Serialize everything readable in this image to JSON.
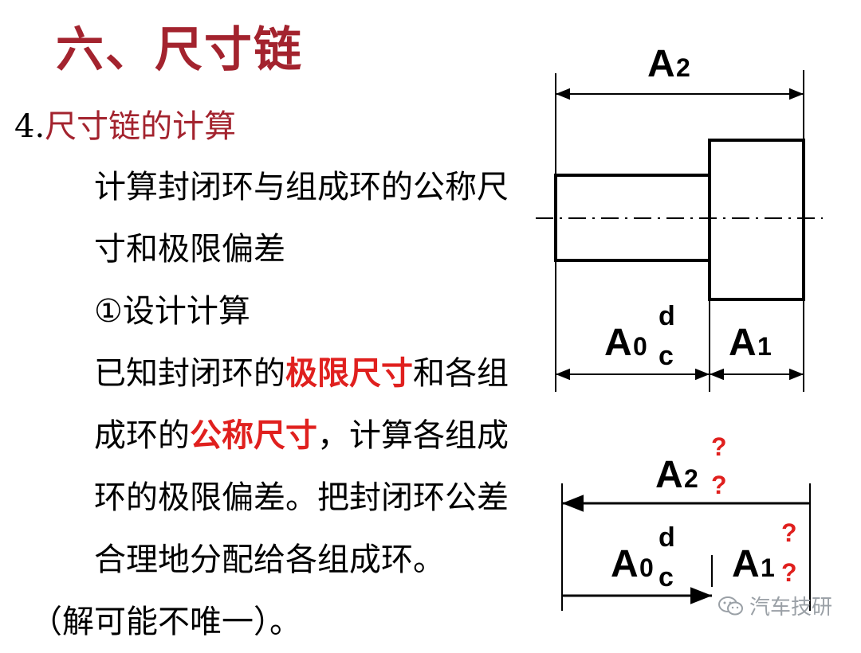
{
  "title": "六、尺寸链",
  "heading": {
    "number": "4.",
    "text": "尺寸链的计算"
  },
  "body": {
    "line1": "计算封闭环与组成环的公称尺寸和极限偏差",
    "step": "①设计计算",
    "known_prefix": "已知封闭环的",
    "known_hl1": "极限尺寸",
    "known_mid1": "和各组成环的",
    "known_hl2": "公称尺寸",
    "known_rest": "，计算各组成环的极限偏差。把封闭环公差合理地分配给各组成环。",
    "note": "（解可能不唯一）。"
  },
  "diagram": {
    "a2": {
      "base": "A",
      "sub": "2"
    },
    "a1": {
      "base": "A",
      "sub": "1"
    },
    "a0": {
      "base": "A",
      "sub": "0",
      "upper": "d",
      "lower": "c"
    },
    "unknown": "?"
  },
  "watermark": {
    "text": "汽车技研",
    "icon": "wechat-icon"
  },
  "colors": {
    "title": "#a3232e",
    "highlight": "#e0201e",
    "unknown": "#e0201e"
  }
}
